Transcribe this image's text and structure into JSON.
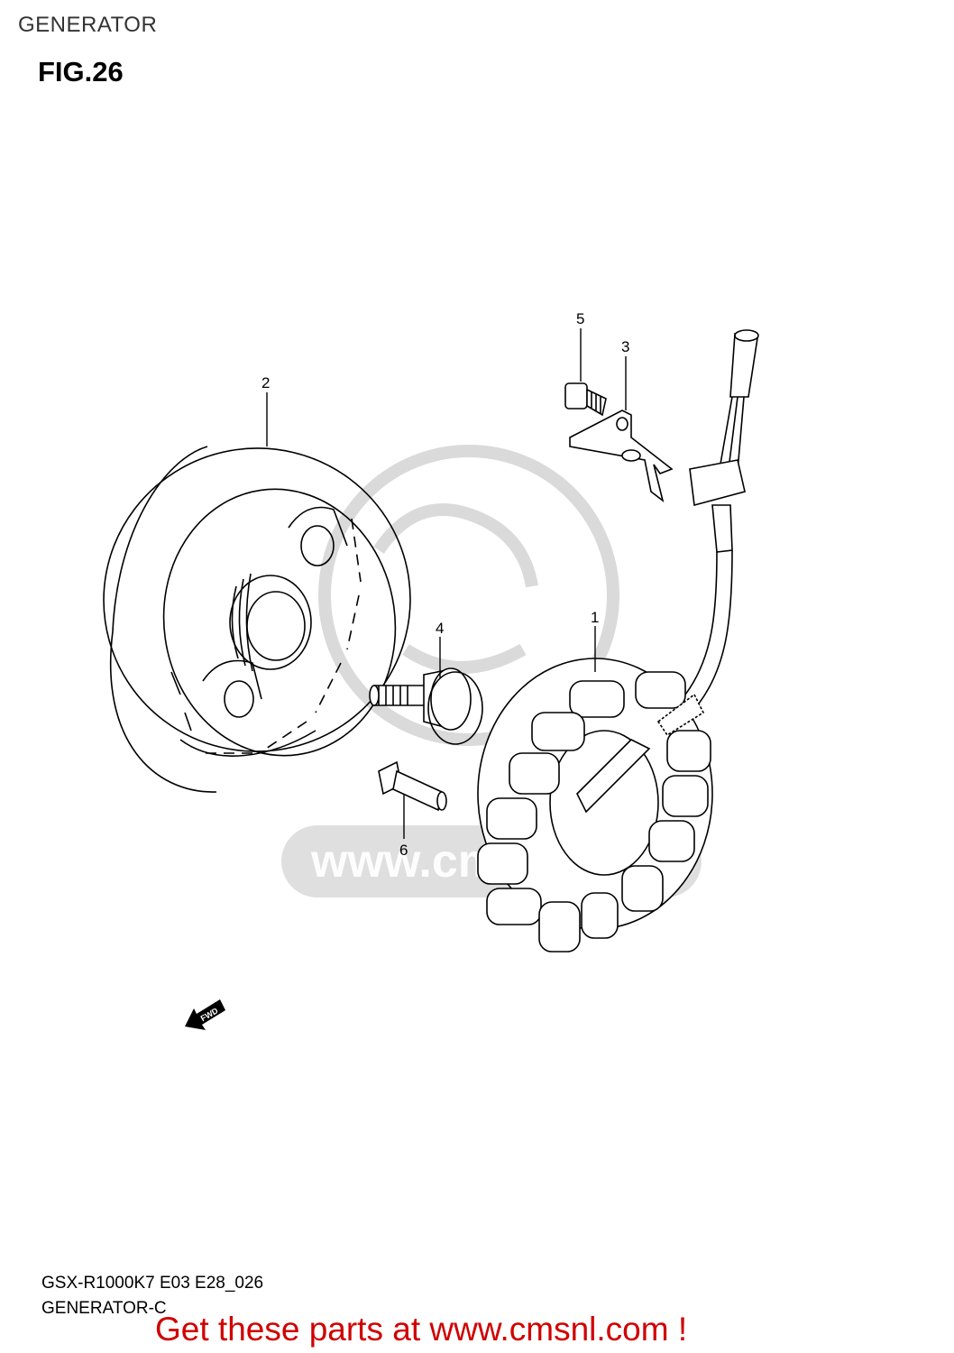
{
  "header": {
    "section_title": "GENERATOR",
    "figure_label": "FIG.26"
  },
  "callouts": [
    {
      "number": "1",
      "part": "stator"
    },
    {
      "number": "2",
      "part": "rotor"
    },
    {
      "number": "3",
      "part": "clamp"
    },
    {
      "number": "4",
      "part": "rotor-bolt"
    },
    {
      "number": "5",
      "part": "clamp-screw"
    },
    {
      "number": "6",
      "part": "stator-bolt"
    }
  ],
  "direction_marker": "FWD",
  "watermark": "www.cmsnl.com",
  "footer": {
    "model_code": "GSX-R1000K7 E03 E28_026",
    "part_group": "GENERATOR-C",
    "promo_text": "Get these parts at www.cmsnl.com !"
  },
  "colors": {
    "line": "#000000",
    "watermark": "#cfcfcf",
    "promo": "#d00000"
  }
}
